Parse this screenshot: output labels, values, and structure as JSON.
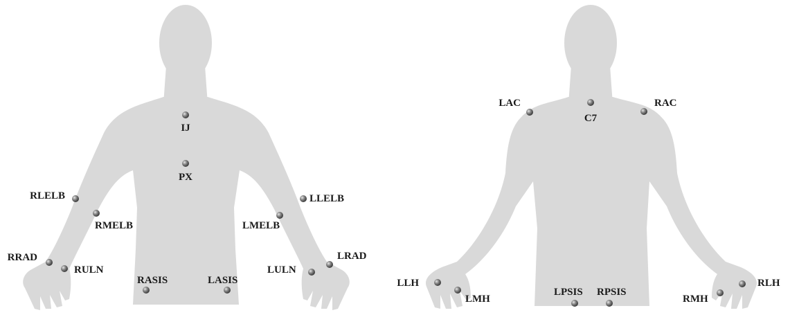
{
  "figures": [
    {
      "view": "front",
      "markers": [
        {
          "id": "IJ",
          "label": "IJ"
        },
        {
          "id": "PX",
          "label": "PX"
        },
        {
          "id": "RLELB",
          "label": "RLELB"
        },
        {
          "id": "RMELB",
          "label": "RMELB"
        },
        {
          "id": "LLELB",
          "label": "LLELB"
        },
        {
          "id": "LMELB",
          "label": "LMELB"
        },
        {
          "id": "RRAD",
          "label": "RRAD"
        },
        {
          "id": "RULN",
          "label": "RULN"
        },
        {
          "id": "LRAD",
          "label": "LRAD"
        },
        {
          "id": "LULN",
          "label": "LULN"
        },
        {
          "id": "RASIS",
          "label": "RASIS"
        },
        {
          "id": "LASIS",
          "label": "LASIS"
        }
      ]
    },
    {
      "view": "back",
      "markers": [
        {
          "id": "LAC",
          "label": "LAC"
        },
        {
          "id": "C7",
          "label": "C7"
        },
        {
          "id": "RAC",
          "label": "RAC"
        },
        {
          "id": "LLH",
          "label": "LLH"
        },
        {
          "id": "LMH",
          "label": "LMH"
        },
        {
          "id": "LPSIS",
          "label": "LPSIS"
        },
        {
          "id": "RPSIS",
          "label": "RPSIS"
        },
        {
          "id": "RMH",
          "label": "RMH"
        },
        {
          "id": "RLH",
          "label": "RLH"
        }
      ]
    }
  ],
  "colors": {
    "silhouette": "#d9d9d9",
    "marker": "#808080",
    "label": "#1a1a1a"
  }
}
